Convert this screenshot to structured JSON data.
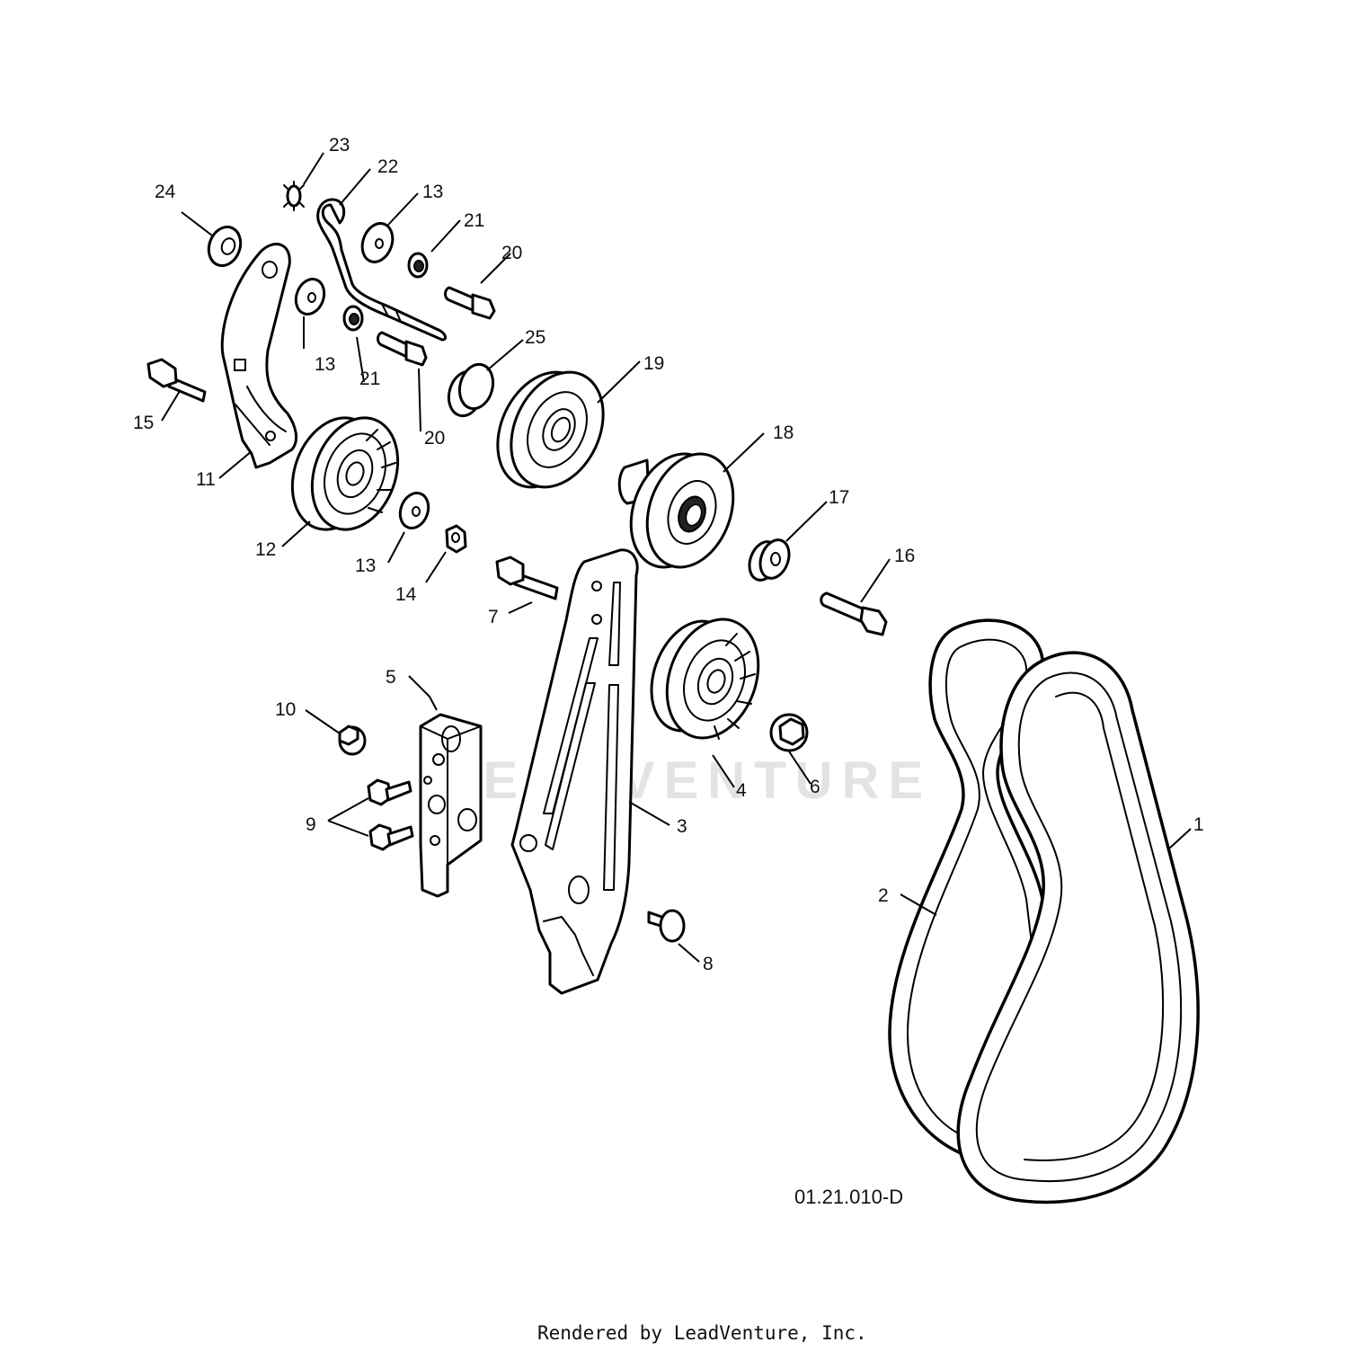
{
  "diagram": {
    "code": "01.21.010-D",
    "watermark": "LEADVENTURE",
    "footer": "Rendered by LeadVenture, Inc."
  },
  "labels": {
    "l1": "1",
    "l2": "2",
    "l3": "3",
    "l4": "4",
    "l5": "5",
    "l6": "6",
    "l7": "7",
    "l8": "8",
    "l9": "9",
    "l10": "10",
    "l11": "11",
    "l12": "12",
    "l13a": "13",
    "l13b": "13",
    "l13c": "13",
    "l14": "14",
    "l15": "15",
    "l16": "16",
    "l17": "17",
    "l18": "18",
    "l19": "19",
    "l20a": "20",
    "l20b": "20",
    "l21a": "21",
    "l21b": "21",
    "l22": "22",
    "l23": "23",
    "l24": "24",
    "l25": "25"
  }
}
